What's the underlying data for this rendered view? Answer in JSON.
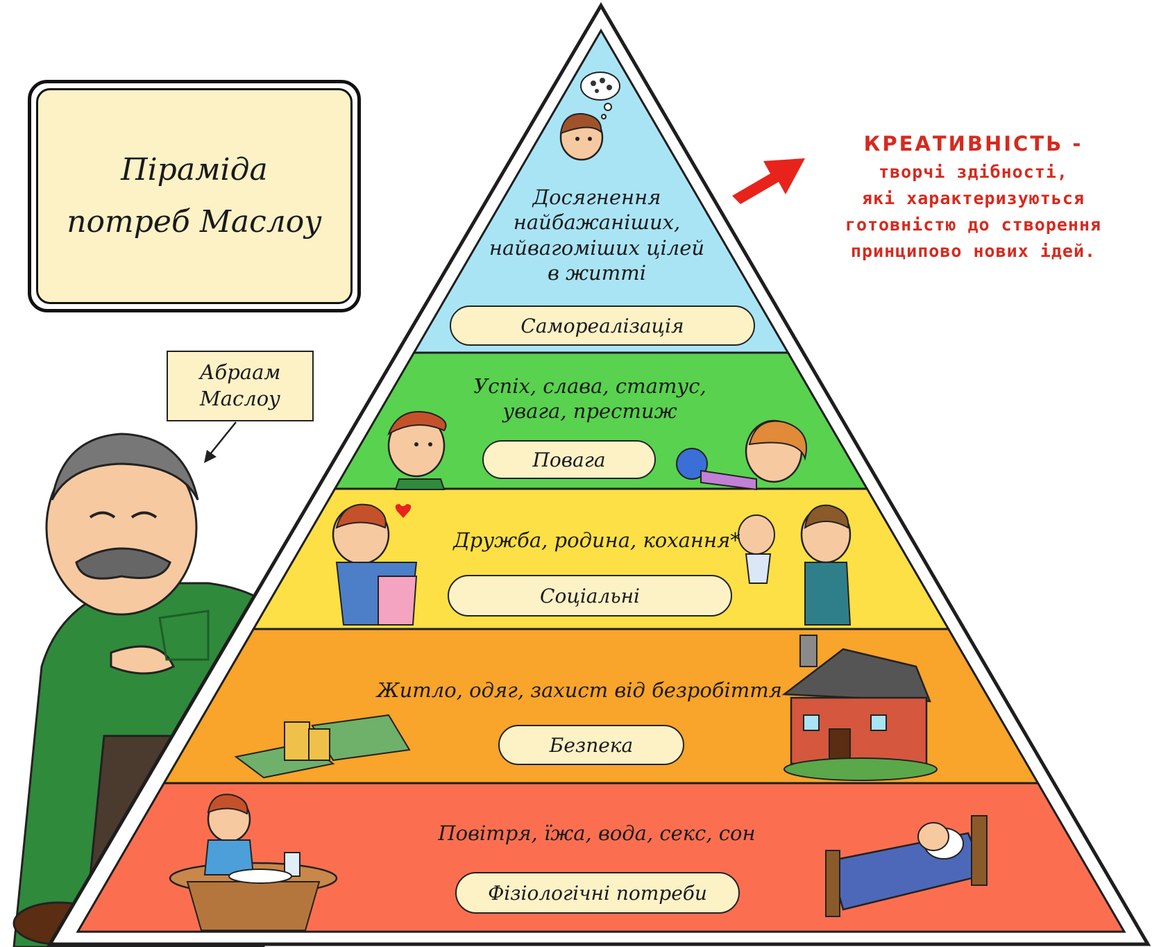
{
  "title": {
    "line1": "Піраміда",
    "line2": "потреб Маслоу"
  },
  "author_label": {
    "line1": "Абраам",
    "line2": "Маслоу"
  },
  "creativity_note": {
    "heading": "КРЕАТИВНІСТЬ -",
    "line1": "творчі здібності,",
    "line2": "які характеризуються",
    "line3": "готовністю до створення",
    "line4": "принципово нових ідей."
  },
  "tiers": [
    {
      "level": "Самореалізація",
      "lines": [
        "Досягнення",
        "найбажаніших,",
        "найвагоміших цілей",
        "в житті"
      ],
      "color": "#a9e4f5"
    },
    {
      "level": "Повага",
      "lines": [
        "Успіх, слава, статус,",
        "увага, престиж"
      ],
      "color": "#59d24f"
    },
    {
      "level": "Соціальні",
      "lines": [
        "Дружба, родина, кохання*"
      ],
      "color": "#fde045"
    },
    {
      "level": "Безпека",
      "lines": [
        "Житло, одяг, захист від безробіття"
      ],
      "color": "#f9a42a"
    },
    {
      "level": "Фізіологічні потреби",
      "lines": [
        "Повітря, їжа, вода, секс, сон"
      ],
      "color": "#fb6f50"
    }
  ],
  "colors": {
    "accent_red": "#d62a1e",
    "arrow": "#e8231b",
    "outline": "#1e1e1e",
    "label_fill": "#fdf1c6"
  },
  "icons": [
    "thinking-boy",
    "boy-face",
    "girl-with-ribbon",
    "hugging-couple",
    "father-with-baby",
    "money-stacks",
    "house",
    "boy-eating",
    "sleeping-person",
    "maslow-portrait",
    "pointer-arrow",
    "red-arrow"
  ]
}
